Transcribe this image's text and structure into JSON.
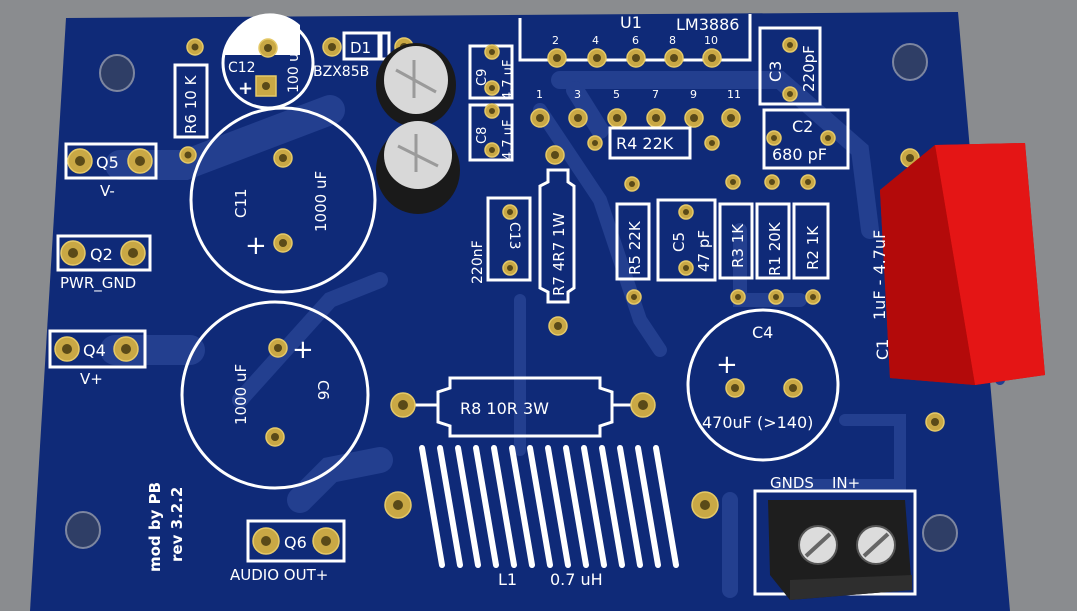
{
  "colors": {
    "board": "#0f2a78",
    "trace": "#233f8f",
    "silkscreen": "#ffffff",
    "pad": "#c9a845",
    "background": "#8a8c8f",
    "c1_body": "#e01010",
    "terminal_block": "#1e1e1e"
  },
  "board_text": {
    "mod_by": "mod by PB",
    "rev": "rev 3.2.2"
  },
  "components": {
    "u1": {
      "ref": "U1",
      "part": "LM3886",
      "pins_top": [
        "2",
        "4",
        "6",
        "8",
        "10"
      ],
      "pins_bottom": [
        "1",
        "3",
        "5",
        "7",
        "9",
        "11"
      ]
    },
    "c12": {
      "ref": "C12",
      "value": "100 uF"
    },
    "d1": {
      "ref": "D1",
      "part": "BZX85B"
    },
    "c9": {
      "ref": "C9",
      "value": "4.7 uF"
    },
    "c8": {
      "ref": "C8",
      "value": "4.7 uF"
    },
    "c3": {
      "ref": "C3",
      "value": "220pF"
    },
    "c2": {
      "ref": "C2",
      "value": "680 pF"
    },
    "r4": {
      "ref": "R4",
      "value": "22K"
    },
    "r6": {
      "ref": "R6",
      "value": "10 K"
    },
    "c11": {
      "ref": "C11",
      "value": "1000 uF"
    },
    "c13": {
      "ref": "C13",
      "value": "220nF"
    },
    "r7": {
      "ref": "R7",
      "value": "4R7",
      "power": "1W"
    },
    "r5": {
      "ref": "R5",
      "value": "22K"
    },
    "c5": {
      "ref": "C5",
      "value": "47 pF"
    },
    "r3": {
      "ref": "R3",
      "value": "1K"
    },
    "r1": {
      "ref": "R1",
      "value": "20K"
    },
    "r2": {
      "ref": "R2",
      "value": "1K"
    },
    "c1": {
      "ref": "C1",
      "value": "1uF - 4.7uF"
    },
    "c6": {
      "ref": "C6",
      "value": "1000 uF"
    },
    "c4": {
      "ref": "C4",
      "value": "470uF (>140)"
    },
    "r8": {
      "ref": "R8",
      "value": "10R",
      "power": "3W"
    },
    "l1": {
      "ref": "L1",
      "value": "0.7 uH"
    },
    "q5": {
      "ref": "Q5",
      "label": "V-"
    },
    "q2": {
      "ref": "Q2",
      "label": "PWR_GND"
    },
    "q4": {
      "ref": "Q4",
      "label": "V+"
    },
    "q6": {
      "ref": "Q6",
      "label": "AUDIO OUT+"
    },
    "input": {
      "label_gnd": "GNDS",
      "label_in": "IN+"
    }
  },
  "polarity_mark": "+"
}
